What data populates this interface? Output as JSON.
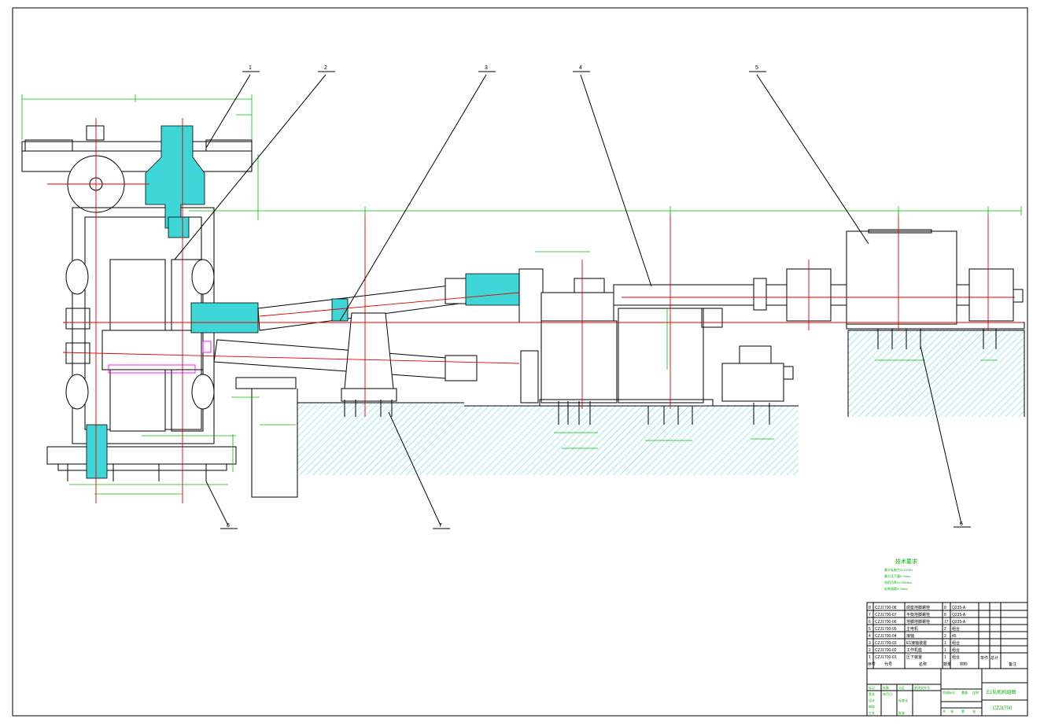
{
  "callouts": [
    {
      "label": "1"
    },
    {
      "label": "2"
    },
    {
      "label": "3"
    },
    {
      "label": "4"
    },
    {
      "label": "5"
    },
    {
      "label": "6"
    },
    {
      "label": "7"
    },
    {
      "label": "8"
    }
  ],
  "tech_requirements": {
    "title": "技术要求",
    "lines": [
      "最大轧制力3×10⁴kN.",
      "最大压下量5~6mm.",
      "电机功率2×7000kw.",
      "轧制速度0~5m/s."
    ]
  },
  "bom": {
    "header": {
      "seq": "序号",
      "code": "代号",
      "name": "名称",
      "qty": "数量",
      "material": "材料",
      "unit_weight": "单件",
      "total_weight": "总计",
      "remark": "备注"
    },
    "rows": [
      {
        "seq": "8",
        "code": "CZJ1700-08",
        "name": "底座地脚螺栓",
        "qty": "8",
        "material": "Q235-A"
      },
      {
        "seq": "7",
        "code": "CZJ1700-07",
        "name": "平衡地脚螺栓",
        "qty": "8",
        "material": "Q235-A"
      },
      {
        "seq": "6",
        "code": "CZJ1700-06",
        "name": "地脚地脚螺栓",
        "qty": "17",
        "material": "Q235-A"
      },
      {
        "seq": "5",
        "code": "CZJ1700-05",
        "name": "主电机",
        "qty": "2",
        "material": "组合"
      },
      {
        "seq": "4",
        "code": "CZJ1700-04",
        "name": "接轴",
        "qty": "2",
        "material": "45"
      },
      {
        "seq": "3",
        "code": "CZJ1700-03",
        "name": "E1接轴装置",
        "qty": "1",
        "material": "组合"
      },
      {
        "seq": "2",
        "code": "CZJ1700-02",
        "name": "工作机座",
        "qty": "1",
        "material": "组合"
      },
      {
        "seq": "1",
        "code": "CZJ1700-01",
        "name": "压下装置",
        "qty": "1",
        "material": "组合"
      }
    ]
  },
  "title_block": {
    "title": "E1轧机机组图",
    "drawing_no": "CZJ1700",
    "labels": [
      "标记",
      "处数",
      "分区",
      "更改文件号",
      "签名",
      "年月日",
      "设计",
      "标准化",
      "审核",
      "工艺",
      "批准",
      "阶段标记",
      "重量",
      "比例",
      "共",
      "张",
      "第",
      "张"
    ]
  },
  "colors": {
    "line": "#000000",
    "dimension": "#00c000",
    "centerline": "#e00000",
    "highlight": "#3ed6d6",
    "magenta": "#ff00ff",
    "hatch": "#3ed6d6"
  }
}
